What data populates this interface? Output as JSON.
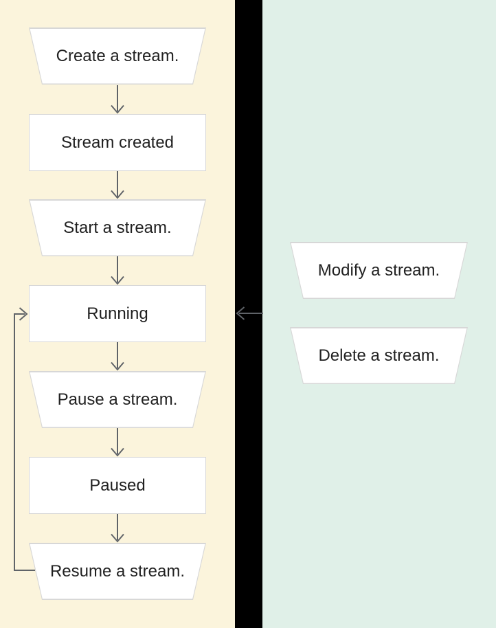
{
  "colors": {
    "left_panel_bg": "#FBF4DC",
    "right_panel_bg": "#E0F0E8",
    "divider_bg": "#000000",
    "node_fill": "#FFFFFF",
    "node_border": "#D7D7D7",
    "connector": "#5F6368",
    "text": "#212121"
  },
  "main_flow": {
    "nodes": [
      {
        "label": "Create a stream.",
        "shape": "trapezoid",
        "kind": "action"
      },
      {
        "label": "Stream created",
        "shape": "rectangle",
        "kind": "state"
      },
      {
        "label": "Start a stream.",
        "shape": "trapezoid",
        "kind": "action"
      },
      {
        "label": "Running",
        "shape": "rectangle",
        "kind": "state"
      },
      {
        "label": "Pause a stream.",
        "shape": "trapezoid",
        "kind": "action"
      },
      {
        "label": "Paused",
        "shape": "rectangle",
        "kind": "state"
      },
      {
        "label": "Resume a stream.",
        "shape": "trapezoid",
        "kind": "action"
      }
    ],
    "connections": [
      {
        "from": "Create a stream.",
        "to": "Stream created"
      },
      {
        "from": "Stream created",
        "to": "Start a stream."
      },
      {
        "from": "Start a stream.",
        "to": "Running"
      },
      {
        "from": "Running",
        "to": "Pause a stream."
      },
      {
        "from": "Pause a stream.",
        "to": "Paused"
      },
      {
        "from": "Paused",
        "to": "Resume a stream."
      },
      {
        "from": "Resume a stream.",
        "to": "Running",
        "type": "loop-back"
      }
    ]
  },
  "side_actions": {
    "nodes": [
      {
        "label": "Modify a stream.",
        "shape": "trapezoid",
        "kind": "action"
      },
      {
        "label": "Delete a stream.",
        "shape": "trapezoid",
        "kind": "action"
      }
    ],
    "connections": [
      {
        "from": "side-actions-panel",
        "to": "Running",
        "type": "left-arrow"
      }
    ]
  }
}
